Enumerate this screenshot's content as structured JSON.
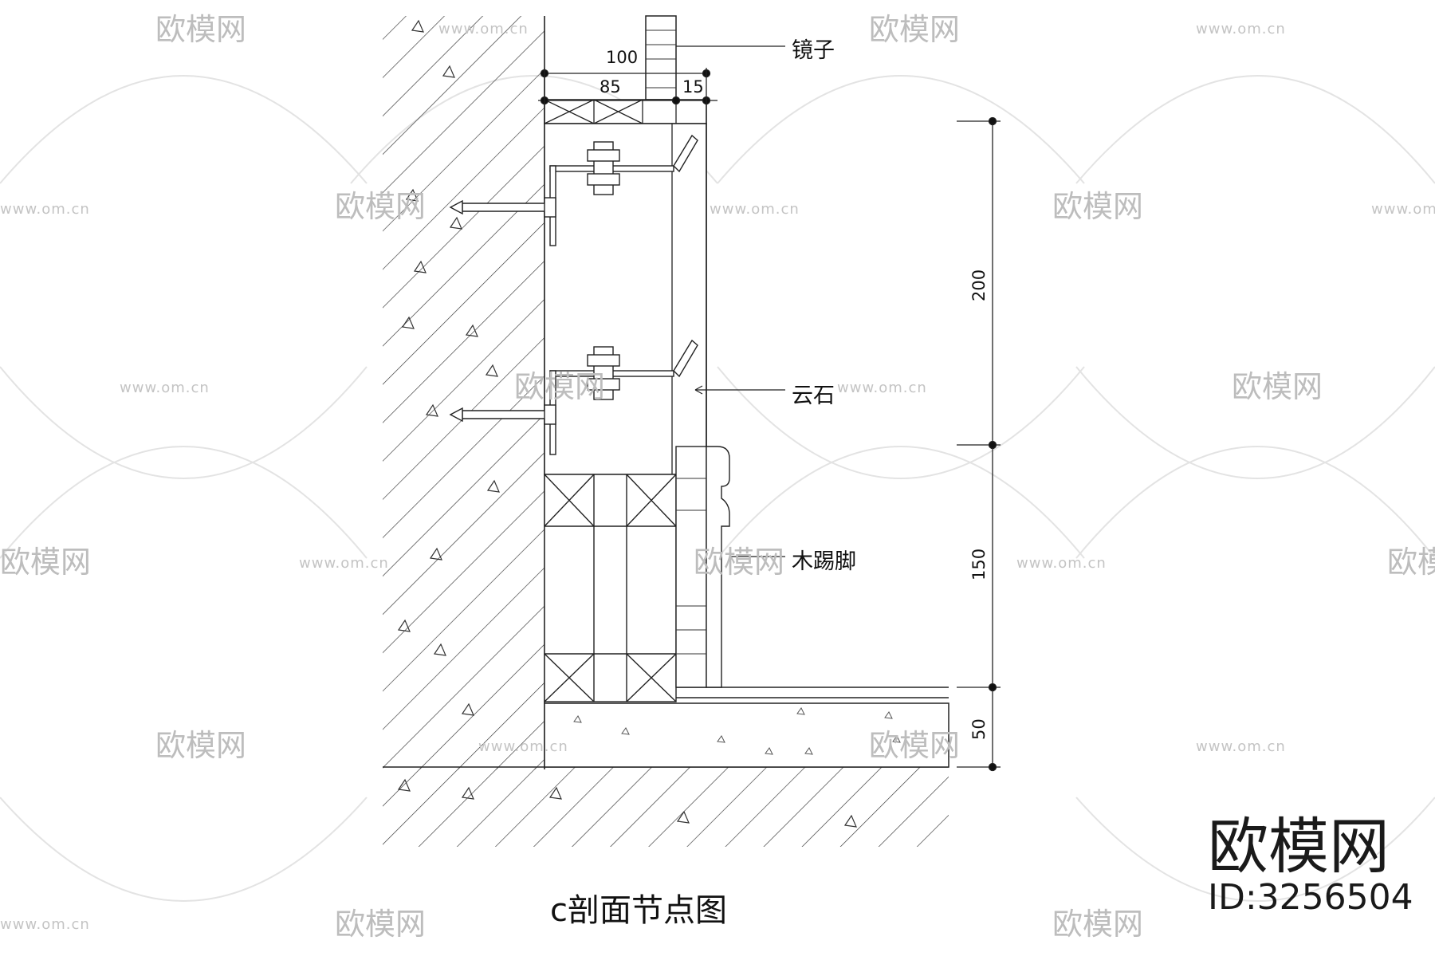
{
  "title": "c剖面节点图",
  "labels": {
    "mirror": "镜子",
    "marble": "云石",
    "skirting": "木踢脚"
  },
  "dimensions": {
    "top_total": "100",
    "top_left": "85",
    "top_right": "15",
    "right_upper": "200",
    "right_middle": "150",
    "right_lower": "50"
  },
  "watermark": {
    "text": "欧模网",
    "url": "www.om.cn"
  },
  "brand": {
    "name": "欧模网",
    "id": "ID:3256504"
  },
  "colors": {
    "line": "#222222",
    "hatch": "#333333",
    "watermark": "#bdbdbd"
  }
}
